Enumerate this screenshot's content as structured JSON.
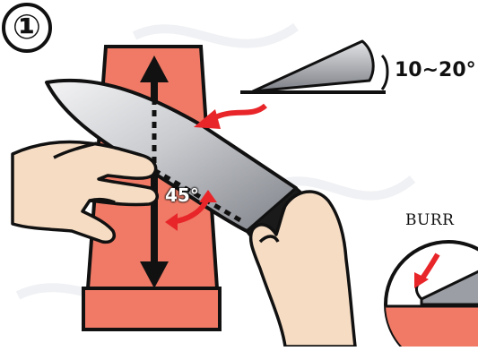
{
  "step": {
    "number_glyph": "①"
  },
  "edge_angle": {
    "label": "10~20°"
  },
  "holding_angle": {
    "label": "45°"
  },
  "burr_detail": {
    "label": "BURR"
  },
  "colors": {
    "stone": "#f07a66",
    "stone_dark": "#e35a47",
    "arrow_red": "#e8262a",
    "outline": "#111111",
    "skin": "#f6dcc3",
    "blade_light": "#e9eaec",
    "blade_dark": "#8c8f96",
    "handle": "#1a1a1a"
  }
}
